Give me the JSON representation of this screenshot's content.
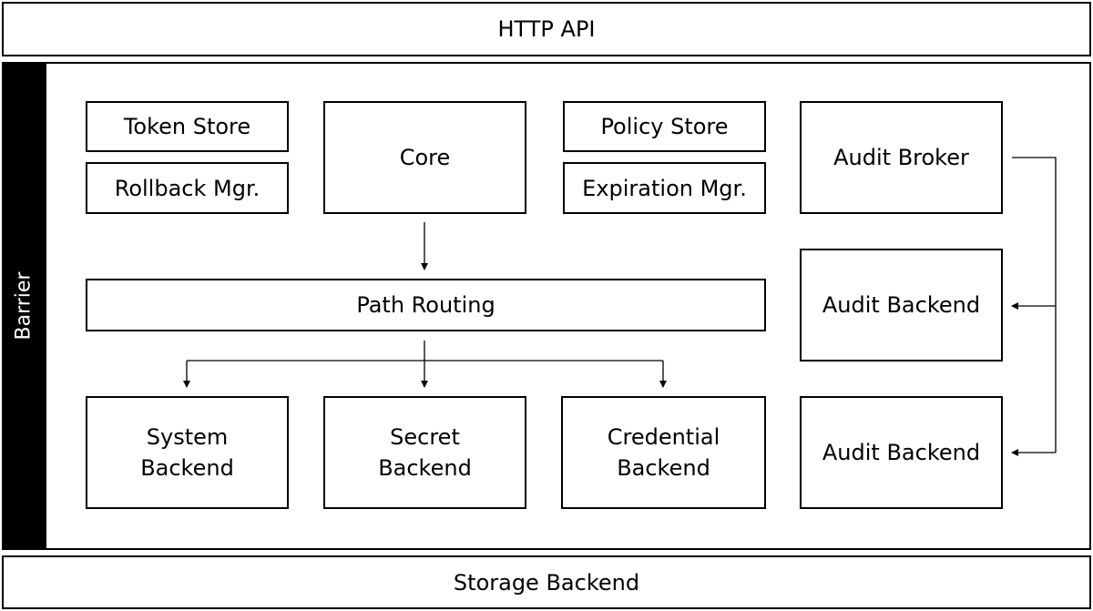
{
  "http_api": "HTTP API",
  "storage_backend": "Storage Backend",
  "barrier": "Barrier",
  "token_store": "Token Store",
  "rollback_mgr": "Rollback Mgr.",
  "core": "Core",
  "policy_store": "Policy Store",
  "expiration_mgr": "Expiration Mgr.",
  "audit_broker": "Audit Broker",
  "path_routing": "Path Routing",
  "audit_backend_1": "Audit Backend",
  "audit_backend_2": "Audit Backend",
  "system_backend": [
    "System",
    "Backend"
  ],
  "secret_backend": [
    "Secret",
    "Backend"
  ],
  "credential_backend": [
    "Credential",
    "Backend"
  ]
}
